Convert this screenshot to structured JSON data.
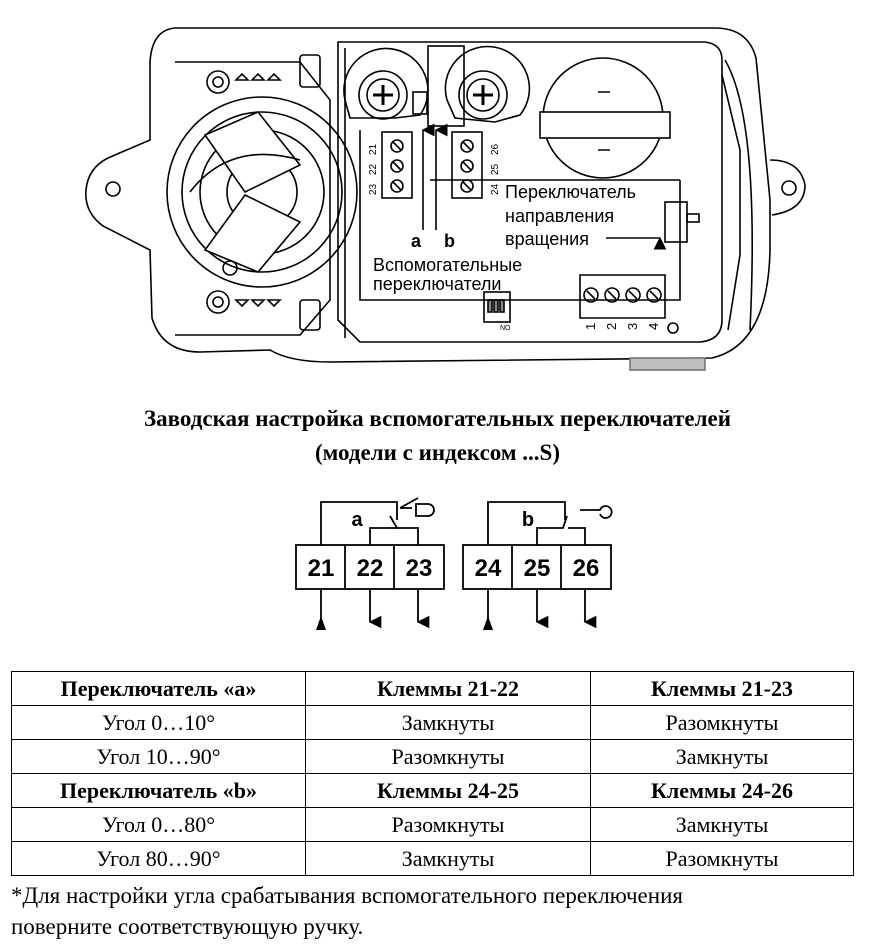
{
  "diagram": {
    "aux_terminals_a": [
      "21",
      "22",
      "23"
    ],
    "aux_terminals_b": [
      "24",
      "25",
      "26"
    ],
    "power_terminals": [
      "1",
      "2",
      "3",
      "4"
    ],
    "dip_label": "NO",
    "label_a": "a",
    "label_b": "b",
    "aux_switches_label": [
      "Вспомогательные",
      "переключатели"
    ],
    "direction_switch_label": [
      "Переключатель",
      "направления",
      "вращения"
    ]
  },
  "heading": {
    "line1": "Заводская настройка вспомогательных переключателей",
    "line2": "(модели с индексом ...S)"
  },
  "wiring": {
    "a": {
      "label": "a",
      "terminals": [
        "21",
        "22",
        "23"
      ]
    },
    "b": {
      "label": "b",
      "terminals": [
        "24",
        "25",
        "26"
      ]
    }
  },
  "table": {
    "rows": [
      {
        "header": true,
        "cells": [
          "Переключатель «а»",
          "Клеммы 21-22",
          "Клеммы 21-23"
        ]
      },
      {
        "header": false,
        "cells": [
          "Угол 0…10°",
          "Замкнуты",
          "Разомкнуты"
        ]
      },
      {
        "header": false,
        "cells": [
          "Угол 10…90°",
          "Разомкнуты",
          "Замкнуты"
        ]
      },
      {
        "header": true,
        "cells": [
          "Переключатель «b»",
          "Клеммы 24-25",
          "Клеммы 24-26"
        ]
      },
      {
        "header": false,
        "cells": [
          "Угол 0…80°",
          "Разомкнуты",
          "Замкнуты"
        ]
      },
      {
        "header": false,
        "cells": [
          "Угол 80…90°",
          "Замкнуты",
          "Разомкнуты"
        ]
      }
    ]
  },
  "footnote": {
    "line1": "*Для настройки угла срабатывания вспомогательного переключения",
    "line2": "поверните соответствующую ручку."
  }
}
